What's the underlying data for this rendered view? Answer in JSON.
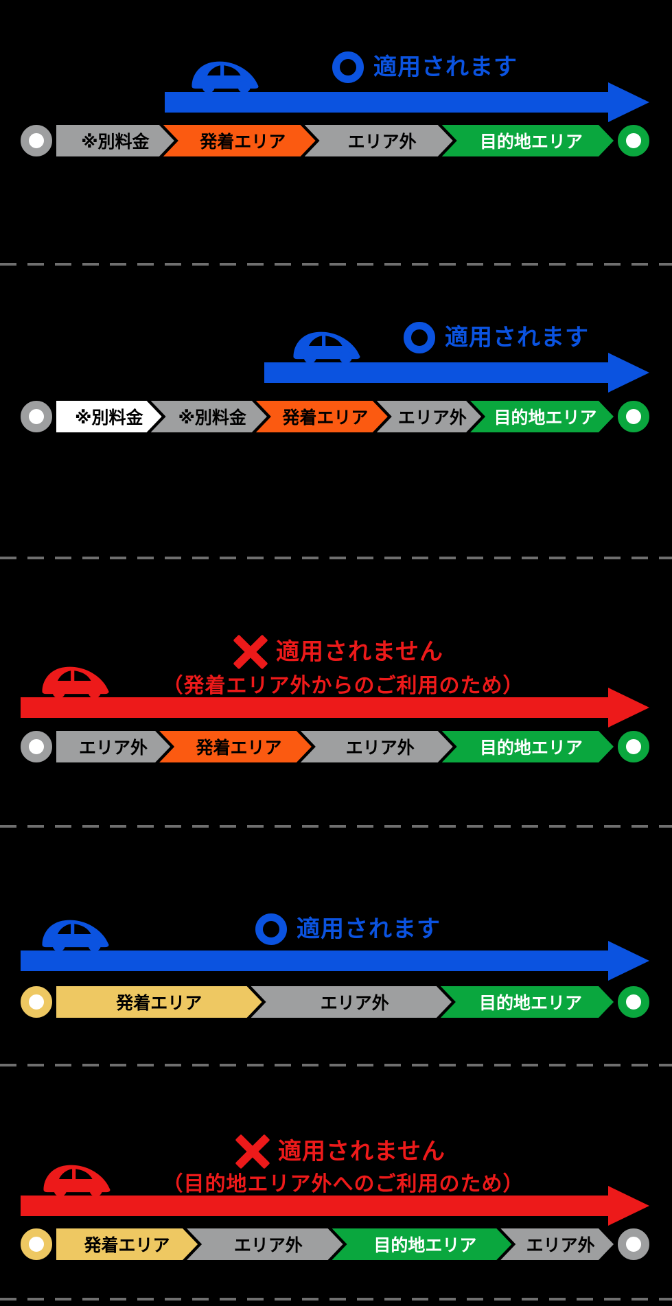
{
  "colors": {
    "background": "#000000",
    "blue": "#0b53e0",
    "red": "#ed1a1a",
    "orange": "#fb5a11",
    "gray": "#9e9fa0",
    "green": "#0aa73e",
    "yellow": "#eec862",
    "white": "#ffffff"
  },
  "sections": [
    {
      "verdict": {
        "symbol": "circle",
        "label": "適用されます",
        "note": ""
      },
      "route": {
        "start_marker": "gray",
        "end_marker": "green",
        "segments": [
          {
            "label": "※別料金",
            "color": "#9e9fa0"
          },
          {
            "label": "発着エリア",
            "color": "#fb5a11"
          },
          {
            "label": "エリア外",
            "color": "#9e9fa0"
          },
          {
            "label": "目的地エリア",
            "color": "#0aa73e"
          }
        ]
      }
    },
    {
      "verdict": {
        "symbol": "circle",
        "label": "適用されます",
        "note": ""
      },
      "route": {
        "start_marker": "gray",
        "end_marker": "green",
        "segments": [
          {
            "label": "※別料金",
            "color": "#ffffff"
          },
          {
            "label": "※別料金",
            "color": "#9e9fa0"
          },
          {
            "label": "発着エリア",
            "color": "#fb5a11"
          },
          {
            "label": "エリア外",
            "color": "#9e9fa0"
          },
          {
            "label": "目的地エリア",
            "color": "#0aa73e"
          }
        ]
      }
    },
    {
      "verdict": {
        "symbol": "cross",
        "label": "適用されません",
        "note": "（発着エリア外からのご利用のため）"
      },
      "route": {
        "start_marker": "gray",
        "end_marker": "green",
        "segments": [
          {
            "label": "エリア外",
            "color": "#9e9fa0"
          },
          {
            "label": "発着エリア",
            "color": "#fb5a11"
          },
          {
            "label": "エリア外",
            "color": "#9e9fa0"
          },
          {
            "label": "目的地エリア",
            "color": "#0aa73e"
          }
        ]
      }
    },
    {
      "verdict": {
        "symbol": "circle",
        "label": "適用されます",
        "note": ""
      },
      "route": {
        "start_marker": "yellow",
        "end_marker": "green",
        "segments": [
          {
            "label": "発着エリア",
            "color": "#eec862"
          },
          {
            "label": "エリア外",
            "color": "#9e9fa0"
          },
          {
            "label": "目的地エリア",
            "color": "#0aa73e"
          }
        ]
      }
    },
    {
      "verdict": {
        "symbol": "cross",
        "label": "適用されません",
        "note": "（目的地エリア外へのご利用のため）"
      },
      "route": {
        "start_marker": "yellow",
        "end_marker": "gray",
        "segments": [
          {
            "label": "発着エリア",
            "color": "#eec862"
          },
          {
            "label": "エリア外",
            "color": "#9e9fa0"
          },
          {
            "label": "目的地エリア",
            "color": "#0aa73e"
          },
          {
            "label": "エリア外",
            "color": "#9e9fa0"
          }
        ]
      }
    }
  ]
}
